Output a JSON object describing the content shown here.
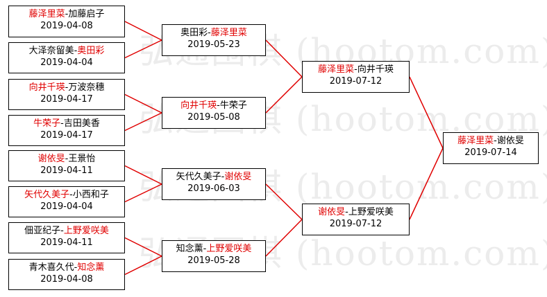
{
  "watermark": "弘通围棋 (hootom.com) 弘通",
  "matches": [
    {
      "id": "r1-1",
      "p1": "藤泽里菜",
      "p2": "加藤启子",
      "winner": 1,
      "date": "2019-04-08"
    },
    {
      "id": "r1-2",
      "p1": "大泽奈留美",
      "p2": "奥田彩",
      "winner": 2,
      "date": "2019-04-04"
    },
    {
      "id": "r1-3",
      "p1": "向井千瑛",
      "p2": "万波奈穗",
      "winner": 1,
      "date": "2019-04-17"
    },
    {
      "id": "r1-4",
      "p1": "牛荣子",
      "p2": "吉田美香",
      "winner": 1,
      "date": "2019-04-17"
    },
    {
      "id": "r1-5",
      "p1": "谢依旻",
      "p2": "王景怡",
      "winner": 1,
      "date": "2019-04-11"
    },
    {
      "id": "r1-6",
      "p1": "矢代久美子",
      "p2": "小西和子",
      "winner": 1,
      "date": "2019-04-04"
    },
    {
      "id": "r1-7",
      "p1": "佃亚纪子",
      "p2": "上野爱咲美",
      "winner": 2,
      "date": "2019-04-11"
    },
    {
      "id": "r1-8",
      "p1": "青木喜久代",
      "p2": "知念薰",
      "winner": 2,
      "date": "2019-04-08"
    },
    {
      "id": "r2-1",
      "p1": "奥田彩",
      "p2": "藤泽里菜",
      "winner": 2,
      "date": "2019-05-23"
    },
    {
      "id": "r2-2",
      "p1": "向井千瑛",
      "p2": "牛荣子",
      "winner": 1,
      "date": "2019-05-08"
    },
    {
      "id": "r2-3",
      "p1": "矢代久美子",
      "p2": "谢依旻",
      "winner": 2,
      "date": "2019-06-03"
    },
    {
      "id": "r2-4",
      "p1": "知念薰",
      "p2": "上野爱咲美",
      "winner": 2,
      "date": "2019-05-28"
    },
    {
      "id": "r3-1",
      "p1": "藤泽里菜",
      "p2": "向井千瑛",
      "winner": 1,
      "date": "2019-07-12"
    },
    {
      "id": "r3-2",
      "p1": "谢依旻",
      "p2": "上野爱咲美",
      "winner": 1,
      "date": "2019-07-12"
    },
    {
      "id": "final",
      "p1": "藤泽里菜",
      "p2": "谢依旻",
      "winner": 1,
      "date": "2019-07-14"
    }
  ],
  "colors": {
    "winner": "#e00000",
    "loser": "#000000",
    "connector": "#e00000",
    "border": "#000000"
  }
}
